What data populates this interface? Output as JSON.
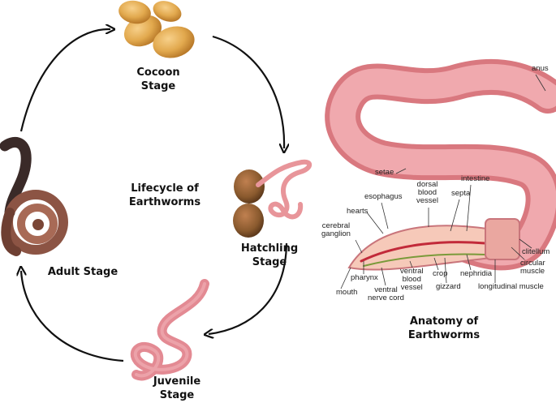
{
  "lifecycle": {
    "center_title": [
      "Lifecycle of",
      "Earthworms"
    ],
    "stages": {
      "cocoon": [
        "Cocoon",
        "Stage"
      ],
      "hatchling": [
        "Hatchling",
        "Stage"
      ],
      "juvenile": [
        "Juvenile",
        "Stage"
      ],
      "adult": [
        "Adult Stage"
      ]
    }
  },
  "anatomy": {
    "title": [
      "Anatomy of",
      "Earthworms"
    ],
    "labels": {
      "anus": [
        "anus"
      ],
      "setae": [
        "setae"
      ],
      "intestine": [
        "intestine"
      ],
      "dorsal_blood_vessel": [
        "dorsal",
        "blood",
        "vessel"
      ],
      "septa": [
        "septa"
      ],
      "esophagus": [
        "esophagus"
      ],
      "hearts": [
        "hearts"
      ],
      "cerebral_ganglion": [
        "cerebral",
        "ganglion"
      ],
      "pharynx": [
        "pharynx"
      ],
      "mouth": [
        "mouth"
      ],
      "ventral_nerve_cord": [
        "ventral",
        "nerve cord"
      ],
      "ventral_blood_vessel": [
        "ventral",
        "blood",
        "vessel"
      ],
      "crop": [
        "crop"
      ],
      "gizzard": [
        "gizzard"
      ],
      "nephridia": [
        "nephridia"
      ],
      "longitudinal_muscle": [
        "longitudinal muscle"
      ],
      "circular_muscle": [
        "circular",
        "muscle"
      ],
      "clitellum": [
        "clitellum"
      ]
    }
  },
  "colors": {
    "worm_pink": "#e8959a",
    "worm_light": "#f4bcc0",
    "cocoon_gold": "#e2a94e",
    "cocoon_brown": "#8a5a2e",
    "adult_dark": "#3a2a28",
    "adult_brown": "#8c5444",
    "arrow": "#111111"
  }
}
